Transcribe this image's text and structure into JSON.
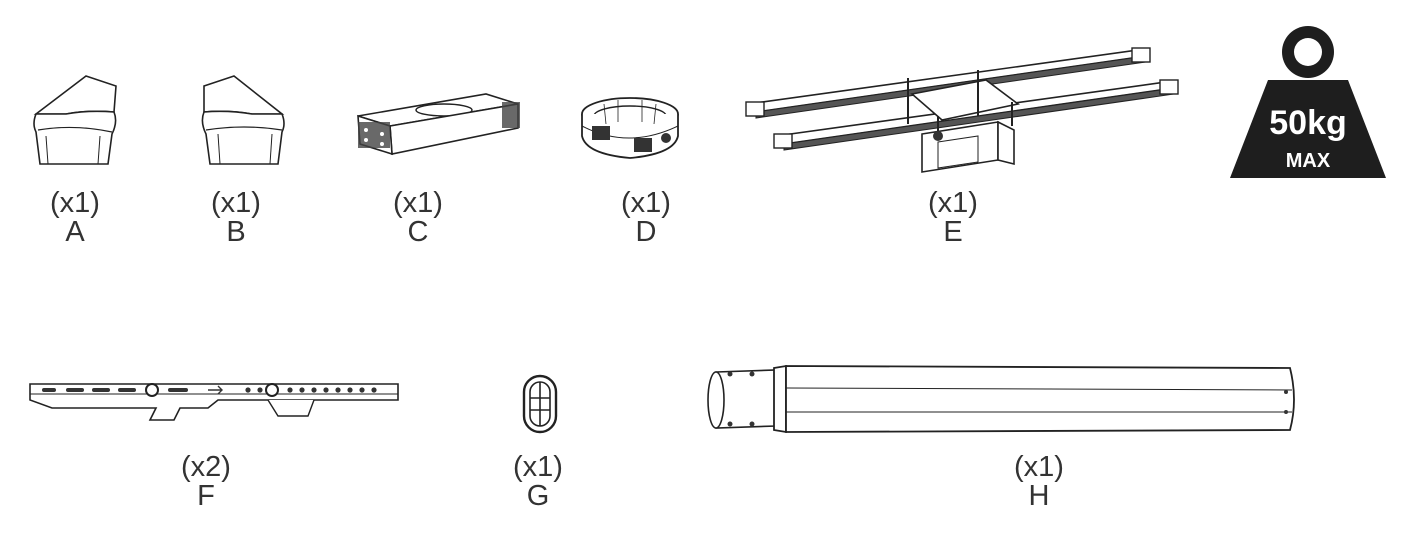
{
  "parts": [
    {
      "id": "A",
      "qty": "(x1)",
      "letter": "A"
    },
    {
      "id": "B",
      "qty": "(x1)",
      "letter": "B"
    },
    {
      "id": "C",
      "qty": "(x1)",
      "letter": "C"
    },
    {
      "id": "D",
      "qty": "(x1)",
      "letter": "D"
    },
    {
      "id": "E",
      "qty": "(x1)",
      "letter": "E"
    },
    {
      "id": "F",
      "qty": "(x2)",
      "letter": "F"
    },
    {
      "id": "G",
      "qty": "(x1)",
      "letter": "G"
    },
    {
      "id": "H",
      "qty": "(x1)",
      "letter": "H"
    }
  ],
  "weight_badge": {
    "value": "50kg",
    "label": "MAX"
  }
}
